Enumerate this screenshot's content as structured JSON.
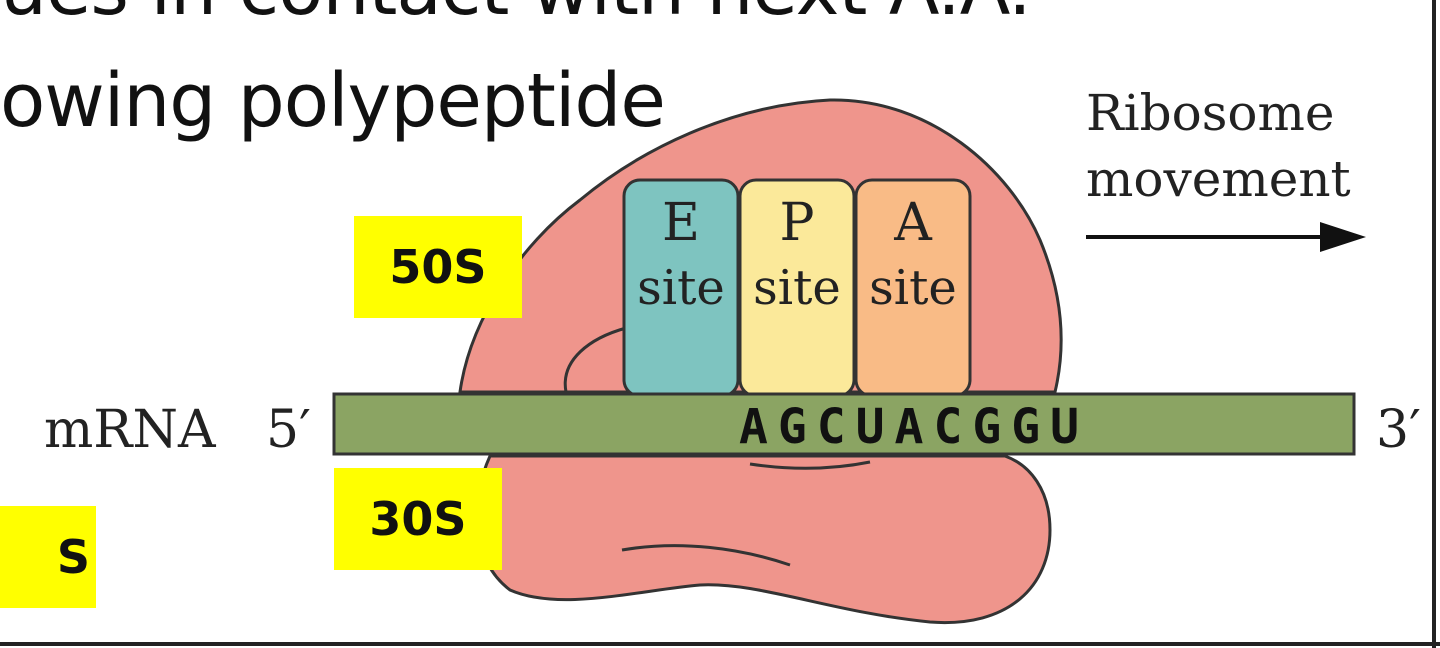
{
  "slide": {
    "line1": "ues in contact with next A.A.",
    "line2": "owing polypeptide"
  },
  "diagram": {
    "sites": [
      {
        "letter": "E",
        "word": "site",
        "color": "#7ec4c0"
      },
      {
        "letter": "P",
        "word": "site",
        "color": "#fbe99a"
      },
      {
        "letter": "A",
        "word": "site",
        "color": "#f9bb86"
      }
    ],
    "mrna_label": "mRNA",
    "five_prime": "5′",
    "three_prime": "3′",
    "sequence": "AGCUACGGU",
    "movement_line1": "Ribosome",
    "movement_line2": "movement",
    "ribosome_color": "#ef958c",
    "mrna_color": "#8ba463"
  },
  "badges": {
    "large": "50S",
    "small": "30S",
    "left_partial": "S"
  }
}
